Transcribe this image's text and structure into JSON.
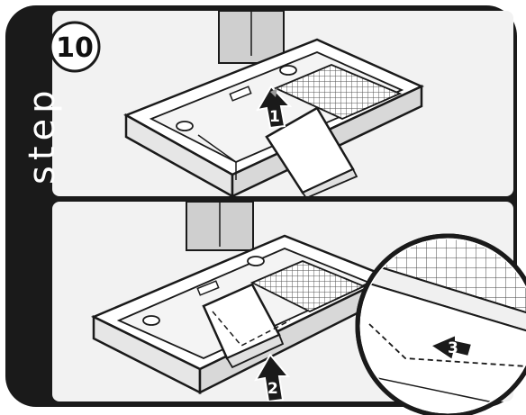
{
  "step": {
    "number": "10",
    "word": "step"
  },
  "arrows": [
    {
      "id": "1",
      "label": "1"
    },
    {
      "id": "2",
      "label": "2"
    },
    {
      "id": "3",
      "label": "3"
    }
  ],
  "colors": {
    "frame": "#1a1a1a",
    "panel_bg": "#f2f2f2",
    "wall_fill": "#cfcfcf",
    "hood_fill": "#ffffff",
    "mesh": "#555555"
  }
}
